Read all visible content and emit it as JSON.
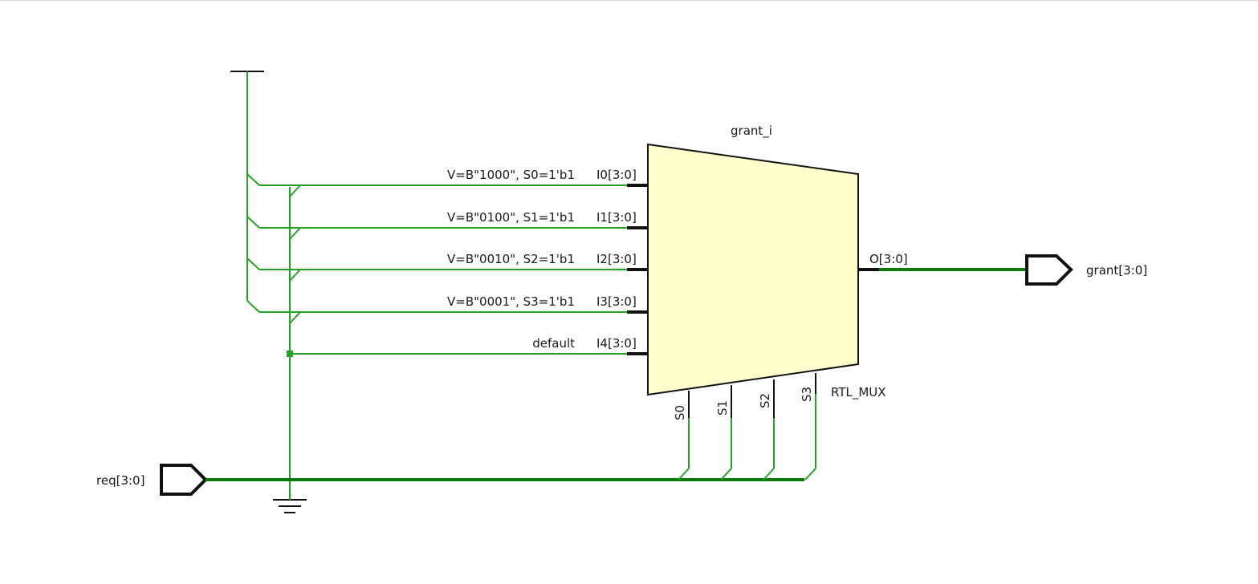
{
  "colors": {
    "wire": "#22a322",
    "bus": "#0a7a0a",
    "mux_fill": "#ffffcc",
    "outline": "#111111"
  },
  "mux": {
    "instance_name": "grant_i",
    "type_label": "RTL_MUX",
    "inputs": [
      {
        "pin": "I0[3:0]",
        "value": "V=B\"1000\", S0=1'b1"
      },
      {
        "pin": "I1[3:0]",
        "value": "V=B\"0100\", S1=1'b1"
      },
      {
        "pin": "I2[3:0]",
        "value": "V=B\"0010\", S2=1'b1"
      },
      {
        "pin": "I3[3:0]",
        "value": "V=B\"0001\", S3=1'b1"
      },
      {
        "pin": "I4[3:0]",
        "value": "default"
      }
    ],
    "output_pin": "O[3:0]",
    "selects": [
      "S0",
      "S1",
      "S2",
      "S3"
    ]
  },
  "ports": {
    "input": "req[3:0]",
    "output": "grant[3:0]"
  },
  "symbols": {
    "power": "vcc-symbol",
    "ground": "ground-symbol"
  }
}
